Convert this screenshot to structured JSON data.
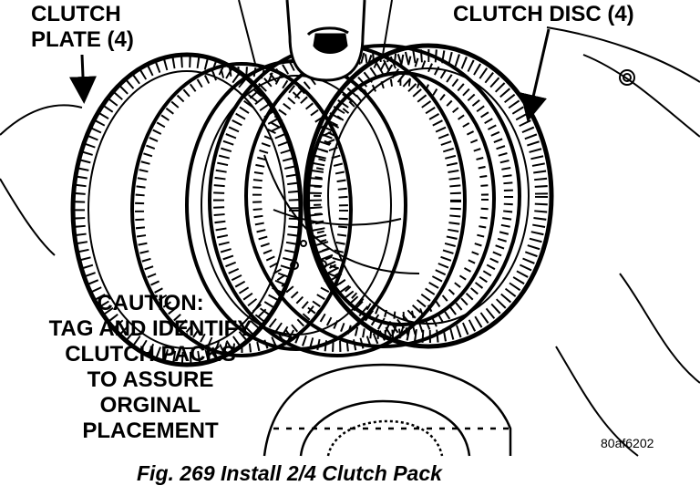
{
  "labels": {
    "plate_line1": "CLUTCH",
    "plate_line2": "PLATE (4)",
    "disc": "CLUTCH DISC (4)"
  },
  "caution": {
    "line1": "CAUTION:",
    "line2": "TAG AND IDENTIFY",
    "line3": "CLUTCH PACKS",
    "line4": "TO ASSURE",
    "line5": "ORGINAL",
    "line6": "PLACEMENT"
  },
  "reference_code": "80af6202",
  "caption": "Fig. 269 Install 2/4 Clutch Pack",
  "colors": {
    "ink": "#000000",
    "paper": "#ffffff"
  }
}
